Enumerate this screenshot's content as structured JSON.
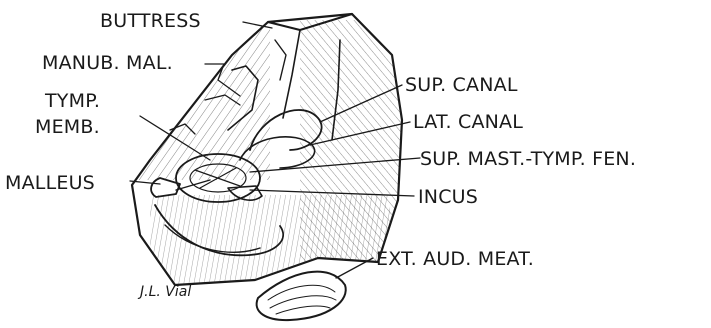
{
  "labels": {
    "buttress": "BUTTRESS",
    "manub_mal": "MANUB. MAL.",
    "tymp_memb_1": "TYMP.",
    "tymp_memb_2": "MEMB.",
    "malleus": "MALLEUS",
    "sup_canal": "SUP. CANAL",
    "lat_canal": "LAT. CANAL",
    "sup_mast_tymp_fen": "SUP. MAST.-TYMP. FEN.",
    "incus": "INCUS",
    "ext_aud_meat": "EXT. AUD. MEAT."
  },
  "signature": "J.L. Vial",
  "colors": {
    "ink": "#1a1a1a",
    "background": "#ffffff"
  }
}
